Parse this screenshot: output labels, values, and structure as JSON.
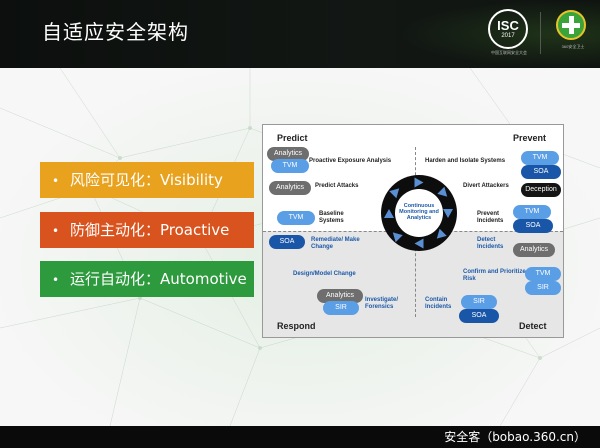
{
  "header": {
    "title": "自适应安全架构",
    "isc_logo": {
      "main": "ISC",
      "year": "2017",
      "sub": "中国互联网安全大会"
    },
    "logo_360_sub": "360安全卫士"
  },
  "items": [
    {
      "bullet": "•",
      "label": "风险可见化：Visibility",
      "color": "#e8a21e"
    },
    {
      "bullet": "•",
      "label": "防御主动化：Proactive",
      "color": "#d9531e"
    },
    {
      "bullet": "•",
      "label": "运行自动化：Automotive",
      "color": "#2e9a3e"
    }
  ],
  "diagram": {
    "quadrants": {
      "predict": "Predict",
      "prevent": "Prevent",
      "respond": "Respond",
      "detect": "Detect"
    },
    "center": "Continuous Monitoring and Analytics",
    "labels": {
      "proactive_exposure": "Proactive Exposure Analysis",
      "predict_attacks": "Predict Attacks",
      "baseline": "Baseline Systems",
      "harden": "Harden and Isolate Systems",
      "divert": "Divert Attackers",
      "prevent_incidents": "Prevent Incidents",
      "remediate": "Remediate/ Make Change",
      "design": "Design/Model Change",
      "investigate": "Investigate/ Forensics",
      "detect_incidents": "Detect Incidents",
      "confirm": "Confirm and Prioritize Risk",
      "contain": "Contain Incidents"
    },
    "pills": {
      "analytics": "Analytics",
      "tvm": "TVM",
      "soa": "SOA",
      "sir": "SIR",
      "deception": "Deception"
    }
  },
  "footer": {
    "text": "安全客（bobao.360.cn）"
  }
}
